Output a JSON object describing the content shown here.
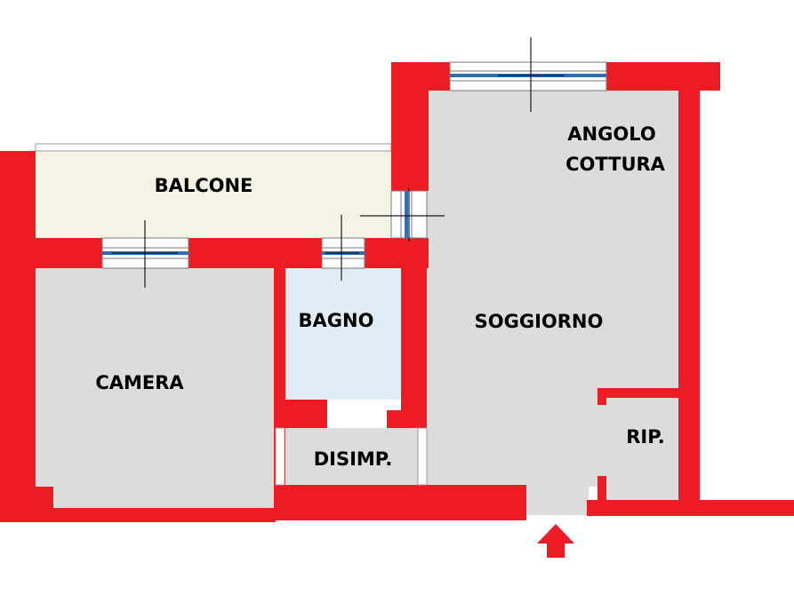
{
  "rooms": {
    "balcone": "BALCONE",
    "camera": "CAMERA",
    "bagno": "BAGNO",
    "disimp": "DISIMP.",
    "soggiorno": "SOGGIORNO",
    "angolo_line1": "ANGOLO",
    "angolo_line2": "COTTURA",
    "rip": "RIP."
  },
  "colors": {
    "wall": "#ed1c24",
    "room_fill": "#dcdcdc",
    "balcony_fill": "#f5f3e3",
    "bathroom_fill": "#dfeef5",
    "window_glass": "#2e6fb3",
    "entrance_arrow": "#ed1c24"
  },
  "icons": {
    "entrance": "up-arrow-icon"
  }
}
